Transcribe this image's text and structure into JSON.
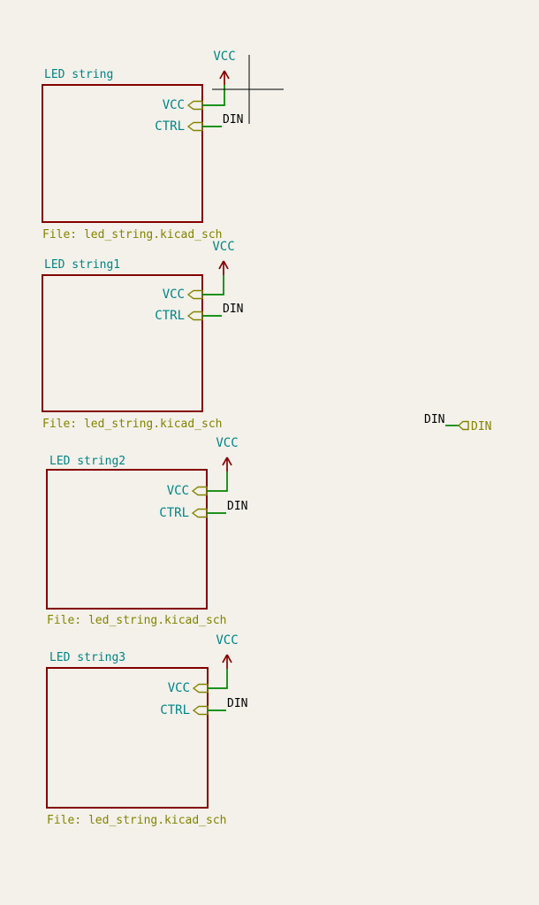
{
  "canvas": {
    "description": "KiCad Eeschema schematic canvas",
    "background_color": "#F3F1EA"
  },
  "colors": {
    "sheet_outline": "#840000",
    "sheet_name_text": "#008484",
    "sheet_filename_text": "#848400",
    "sheet_pin_shape": "#848400",
    "pin_name_text": "#008484",
    "wire": "#008400",
    "power_symbol": "#840000",
    "power_net_text": "#008484",
    "local_label_text": "#000000",
    "hierarchical_label": "#848400",
    "cursor_crosshair": "#000000"
  },
  "icons": {
    "power_arrow_icon": "upward open arrow (VCC power symbol)",
    "sheet_pin_input_icon": "left-pointing pentagon outline",
    "hierarchical_label_icon": "left-pointing pentagon outline",
    "crosshair_cursor_icon": "plus-shaped crosshair"
  },
  "sheets": [
    {
      "title": "LED string",
      "file": "File: led_string.kicad_sch",
      "pins": [
        {
          "label": "VCC"
        },
        {
          "label": "CTRL"
        }
      ],
      "power_label": "VCC",
      "din_label": "DIN"
    },
    {
      "title": "LED string1",
      "file": "File: led_string.kicad_sch",
      "pins": [
        {
          "label": "VCC"
        },
        {
          "label": "CTRL"
        }
      ],
      "power_label": "VCC",
      "din_label": "DIN"
    },
    {
      "title": "LED string2",
      "file": "File: led_string.kicad_sch",
      "pins": [
        {
          "label": "VCC"
        },
        {
          "label": "CTRL"
        }
      ],
      "power_label": "VCC",
      "din_label": "DIN"
    },
    {
      "title": "LED string3",
      "file": "File: led_string.kicad_sch",
      "pins": [
        {
          "label": "VCC"
        },
        {
          "label": "CTRL"
        }
      ],
      "power_label": "VCC",
      "din_label": "DIN"
    }
  ],
  "hier_connection": {
    "local_label": "DIN",
    "hier_label": "DIN"
  }
}
